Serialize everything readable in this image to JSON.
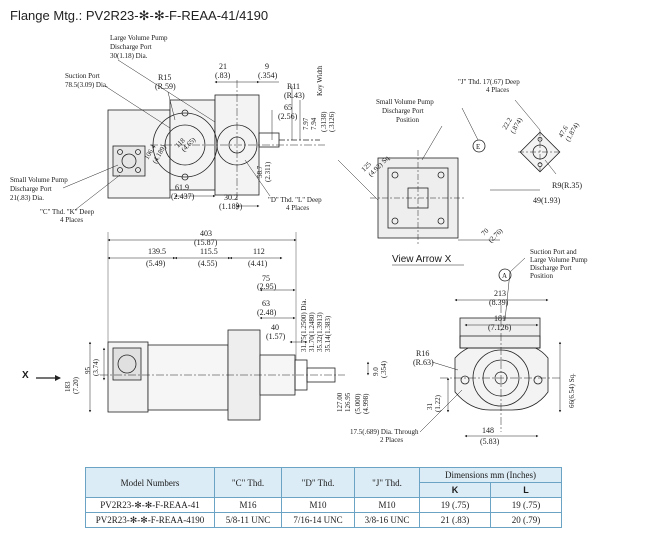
{
  "title": "Flange Mtg.: PV2R23-✻-✻-F-REAA-41/4190",
  "top_view": {
    "large_pump_port": [
      "Large Volume Pump",
      "Discharge Port",
      "30(1.18) Dia."
    ],
    "suction_port": [
      "Suction Port",
      "78.5(3.09) Dia."
    ],
    "small_pump_port": [
      "Small Volume Pump",
      "Discharge Port",
      "21(.83) Dia."
    ],
    "c_thread": [
      "\"C\" Thd. \"K\" Deep",
      "4 Places"
    ],
    "d_thread": [
      "\"D\" Thd. \"L\" Deep",
      "4 Places"
    ],
    "key_width": "Key Width",
    "dims": {
      "r15": "R15",
      "r15_in": "(R.59)",
      "d21": "21",
      "d21_in": "(.83)",
      "d9": "9",
      "d9_in": "(.354)",
      "r11": "R11",
      "r11_in": "(R.43)",
      "d65": "65",
      "d65_in": "(2.56)",
      "d797": "7.97",
      "d794": "7.94",
      "d3138": "(.3138)",
      "d3126": "(.3126)",
      "d1064": "106.4",
      "d1064_in": "(4.189)",
      "d118": "118",
      "d118_in": "(4.65)",
      "d587": "58.7",
      "d587_in": "(2.311)",
      "d619": "61.9",
      "d619_in": "(2.437)",
      "d302": "30.2",
      "d302_in": "(1.189)"
    }
  },
  "view_x": {
    "label": "View Arrow X",
    "small_pump_port": [
      "Small Volume Pump",
      "Discharge Port",
      "Position"
    ],
    "j_thread": [
      "\"J\" Thd. 17(.67) Deep",
      "4 Places"
    ],
    "circle_e": "E",
    "d125": "125",
    "d125_in": "(4.92) Sq.",
    "d70": "70",
    "d70_in": "(2.76)",
    "d222": "22.2",
    "d222_in": "(.874)",
    "d476": "47.6",
    "d476_in": "(1.874)",
    "r9": "R9(R.35)",
    "d49": "49(1.93)"
  },
  "side_view": {
    "x_label": "X",
    "d403": "403",
    "d403_in": "(15.87)",
    "d1395": "139.5",
    "d1395_in": "(5.49)",
    "d1155": "115.5",
    "d1155_in": "(4.55)",
    "d112": "112",
    "d112_in": "(4.41)",
    "d75": "75",
    "d75_in": "(2.95)",
    "d63": "63",
    "d63_in": "(2.48)",
    "d40": "40",
    "d40_in": "(1.57)",
    "shaft_dias": [
      "31.75(1.2500) Dia.",
      "31.70(1.2480)",
      "35.32(1.3913)",
      "35.14(1.383)"
    ],
    "d9": "9.0",
    "d9_in": "(.354)",
    "d127": "127.00",
    "d12695": "126.95",
    "d5000": "(5.000)",
    "d4998": "(4.998)",
    "d183": "183",
    "d183_in": "(7.20)",
    "d95": "95",
    "d95_in": "(3.74)"
  },
  "front_view": {
    "suction_port": [
      "Suction Port and",
      "Large Volume Pump",
      "Discharge Port",
      "Position"
    ],
    "circle_a": "A",
    "d213": "213",
    "d213_in": "(8.39)",
    "d181": "181",
    "d181_in": "(7.126)",
    "r16": "R16",
    "r16_in": "(R.63)",
    "d66": "66(6.54) Sq.",
    "d31": "31",
    "d31_in": "(1.22)",
    "d148": "148",
    "d148_in": "(5.83)",
    "hole": [
      "17.5(.689) Dia. Through",
      "2 Places"
    ]
  },
  "table": {
    "headers": [
      "Model Numbers",
      "\"C\" Thd.",
      "\"D\" Thd.",
      "\"J\" Thd.",
      "Dimensions  mm (Inches)"
    ],
    "subheaders": [
      "K",
      "L"
    ],
    "rows": [
      [
        "PV2R23-✻-✻-F-REAA-41",
        "M16",
        "M10",
        "M10",
        "19 (.75)",
        "19 (.75)"
      ],
      [
        "PV2R23-✻-✻-F-REAA-4190",
        "5/8-11 UNC",
        "7/16-14 UNC",
        "3/8-16 UNC",
        "21 (.83)",
        "20 (.79)"
      ]
    ]
  }
}
